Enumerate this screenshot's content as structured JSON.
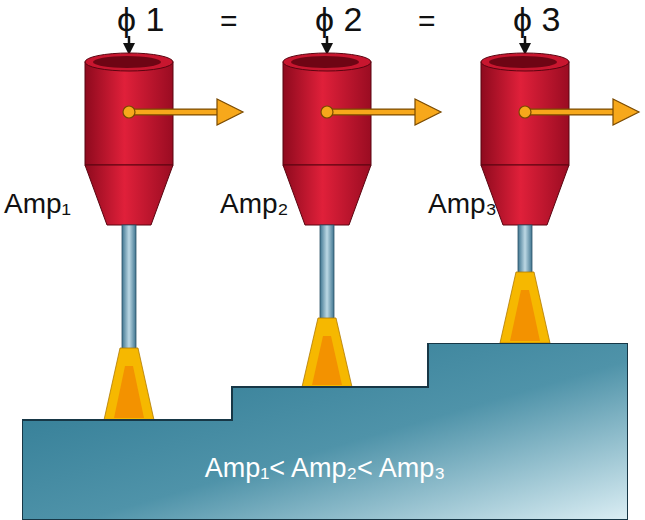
{
  "diagram": {
    "nodes": [
      {
        "text": [
          "Amp₁< Amp₂< Amp₃"
        ]
      }
    ],
    "labels": [
      "ϕ 1",
      "=",
      "ϕ 2",
      "=",
      "ϕ 3",
      "Amp₁",
      "Amp₂",
      "Amp₃"
    ]
  }
}
